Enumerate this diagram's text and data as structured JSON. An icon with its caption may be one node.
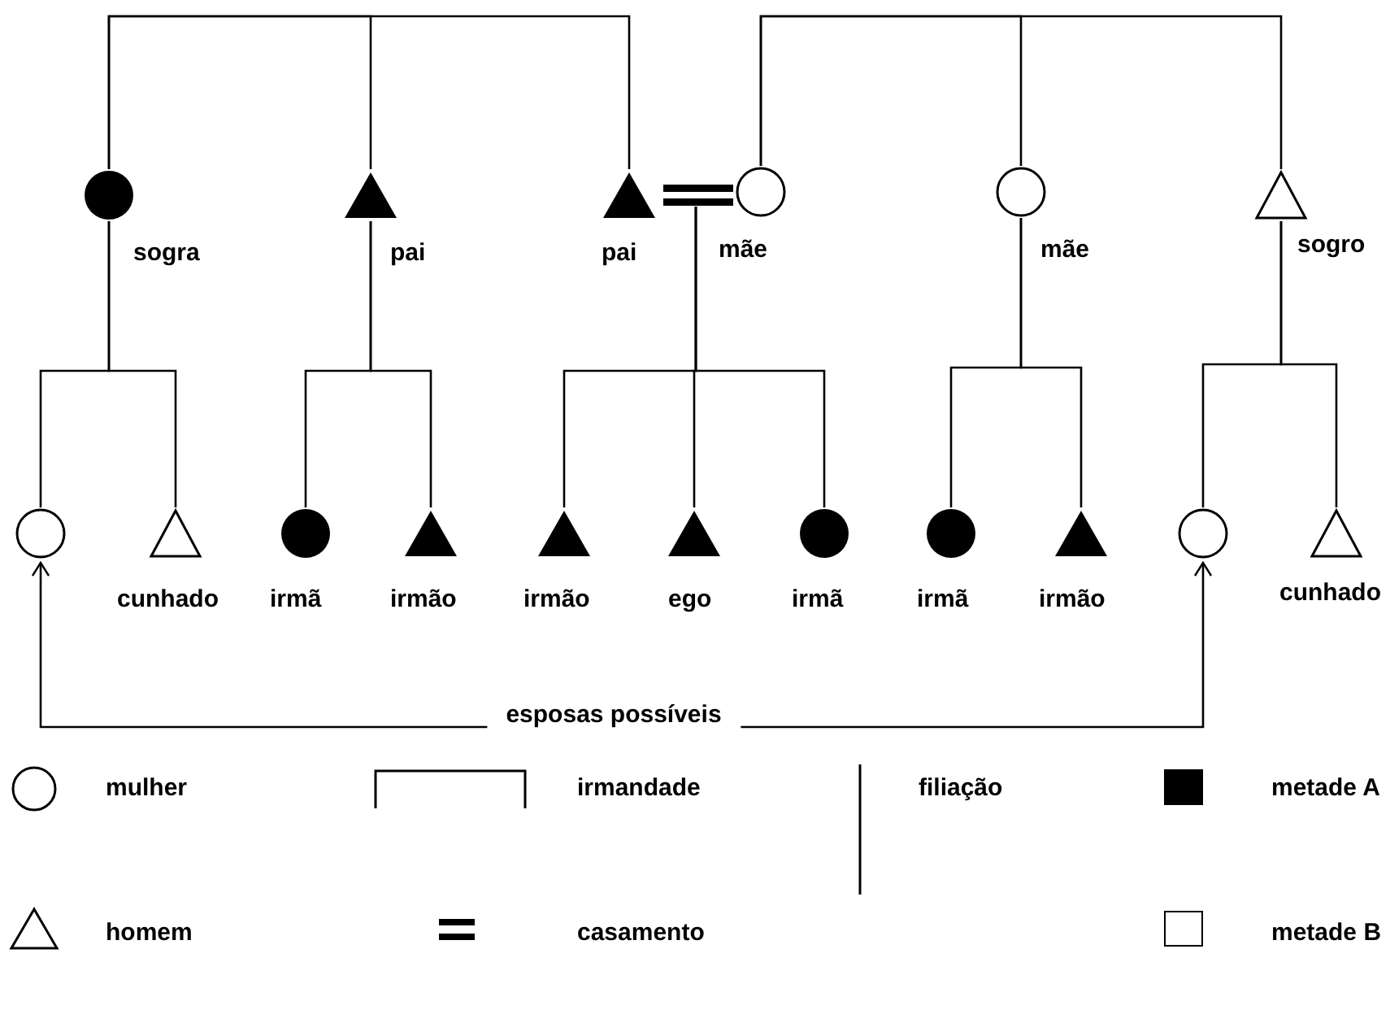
{
  "diagram": {
    "nodes": [
      {
        "text": [],
        "shape": "disc",
        "beside": [
          "sogra"
        ]
      },
      {
        "text": [],
        "shape": "wedge",
        "beside": [
          "pai"
        ]
      },
      {
        "text": [],
        "shape": "wedge",
        "beside": [
          "pai"
        ]
      },
      {
        "text": [],
        "shape": "circle",
        "beside": [
          "mãe"
        ]
      },
      {
        "text": [],
        "shape": "circle",
        "beside": [
          "mãe"
        ]
      },
      {
        "text": [],
        "shape": "triangle",
        "beside": [
          "sogro"
        ]
      },
      {
        "text": [],
        "shape": "circle"
      },
      {
        "text": [],
        "shape": "triangle",
        "beside": [
          "cunhado"
        ]
      },
      {
        "text": [],
        "shape": "disc",
        "beside": [
          "irmã"
        ]
      },
      {
        "text": [],
        "shape": "wedge",
        "beside": [
          "irmão"
        ]
      },
      {
        "text": [],
        "shape": "wedge",
        "beside": [
          "irmão"
        ]
      },
      {
        "text": [],
        "shape": "wedge",
        "beside": [
          "ego"
        ]
      },
      {
        "text": [],
        "shape": "disc",
        "beside": [
          "irmã"
        ]
      },
      {
        "text": [],
        "shape": "disc",
        "beside": [
          "irmã"
        ]
      },
      {
        "text": [],
        "shape": "wedge",
        "beside": [
          "irmão"
        ]
      },
      {
        "text": [],
        "shape": "circle"
      },
      {
        "text": [],
        "shape": "triangle",
        "beside": [
          "cunhado"
        ]
      }
    ],
    "edges": [
      {
        "from": 0,
        "to": 1,
        "arrow": "none"
      },
      {
        "from": 0,
        "to": 2,
        "arrow": "none"
      },
      {
        "from": 3,
        "to": 4,
        "arrow": "none"
      },
      {
        "from": 3,
        "to": 5,
        "arrow": "none"
      },
      {
        "from": 2,
        "to": 3,
        "arrow": "none",
        "style": "thick"
      },
      {
        "from": 0,
        "to": 6,
        "arrow": "none"
      },
      {
        "from": 0,
        "to": 7,
        "arrow": "none"
      },
      {
        "from": 1,
        "to": 8,
        "arrow": "none"
      },
      {
        "from": 1,
        "to": 9,
        "arrow": "none"
      },
      {
        "from": 2,
        "to": 10,
        "arrow": "none"
      },
      {
        "from": 2,
        "to": 11,
        "arrow": "none"
      },
      {
        "from": 2,
        "to": 12,
        "arrow": "none"
      },
      {
        "from": 4,
        "to": 13,
        "arrow": "none"
      },
      {
        "from": 4,
        "to": 14,
        "arrow": "none"
      },
      {
        "from": 5,
        "to": 15,
        "arrow": "none"
      },
      {
        "from": 5,
        "to": 16,
        "arrow": "none"
      },
      {
        "from": 6,
        "to": 15,
        "arrow": "both",
        "label": "esposas possíveis"
      }
    ],
    "legend": [
      {
        "text": "mulher"
      },
      {
        "text": "irmandade"
      },
      {
        "text": "filiação"
      },
      {
        "text": "metade A",
        "color": "#000000"
      },
      {
        "text": "homem"
      },
      {
        "text": "casamento"
      },
      {
        "text": "metade B",
        "color": "#ffffff"
      }
    ]
  }
}
